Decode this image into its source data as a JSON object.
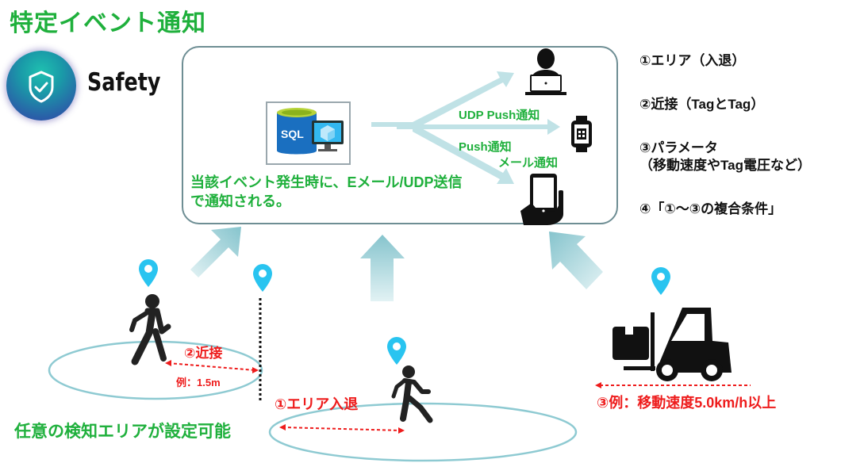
{
  "title": "特定イベント通知",
  "badge": {
    "label": "Safety",
    "icon": "shield-check-icon"
  },
  "server": {
    "label": "SQL",
    "icon": "sql-database-icon"
  },
  "channels": {
    "udp_push": "UDP Push通知",
    "push": "Push通知",
    "mail": "メール通知"
  },
  "devices": [
    "laptop-user-icon",
    "smartwatch-icon",
    "smartphone-hand-icon"
  ],
  "description": {
    "line1": "当該イベント発生時に、Eメール/UDP送信",
    "line2": "で通知される。"
  },
  "conditions": [
    "①エリア（入退）",
    "②近接（TagとTag）",
    "③パラメータ",
    "（移動速度やTag電圧など）",
    "④「①～③の複合条件」"
  ],
  "scenes": {
    "proximity": {
      "label": "②近接",
      "example": "例：1.5m"
    },
    "area": {
      "label": "①エリア入退"
    },
    "speed": {
      "label": "③例：移動速度5.0km/h以上"
    }
  },
  "footer_note": "任意の検知エリアが設定可能",
  "colors": {
    "green": "#1fb03c",
    "red": "#ee1c1c",
    "pin": "#29c4f0",
    "arrow": "#8ecad2",
    "border": "#6e8e94"
  }
}
